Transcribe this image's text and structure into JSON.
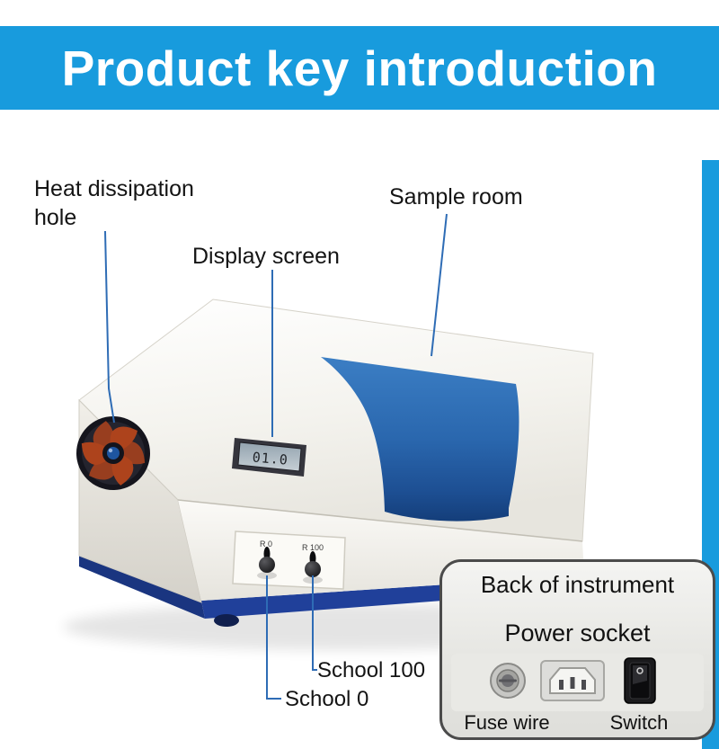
{
  "banner": {
    "title": "Product key introduction"
  },
  "callouts": {
    "heat_dissipation": {
      "line1": "Heat dissipation",
      "line2": "hole"
    },
    "sample_room": "Sample room",
    "display_screen": "Display screen",
    "school_100": "School 100",
    "school_0": "School 0"
  },
  "device": {
    "display_value": "01.0",
    "knob_left_label": "R 0",
    "knob_right_label": "R 100"
  },
  "back_panel": {
    "title": "Back of instrument",
    "subtitle": "Power socket",
    "fuse_label": "Fuse wire",
    "switch_label": "Switch"
  },
  "colors": {
    "banner_blue": "#189bdd",
    "cover_blue": "#2a67ae",
    "base_blue": "#20409a",
    "leader_line_blue": "#2e6cb5"
  }
}
